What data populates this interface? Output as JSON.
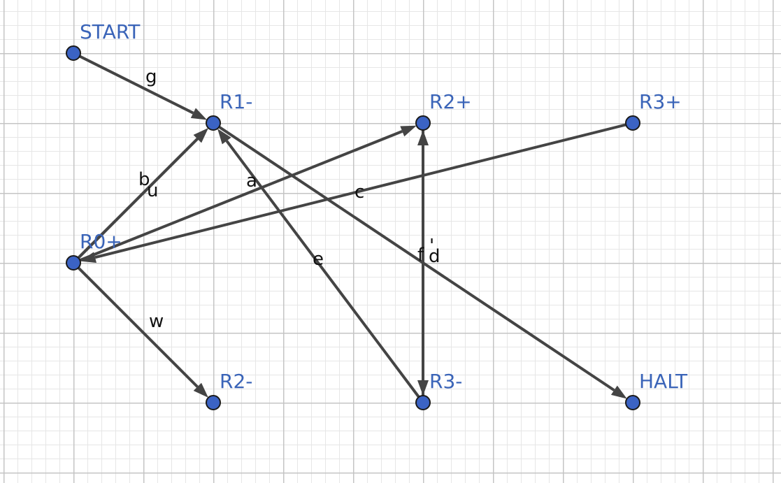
{
  "nodes": [
    {
      "id": "START",
      "label": "START"
    },
    {
      "id": "R1-",
      "label": "R1-"
    },
    {
      "id": "R2+",
      "label": "R2+"
    },
    {
      "id": "R3+",
      "label": "R3+"
    },
    {
      "id": "R0+",
      "label": "R0+"
    },
    {
      "id": "R2-",
      "label": "R2-"
    },
    {
      "id": "R3-",
      "label": "R3-"
    },
    {
      "id": "HALT",
      "label": "HALT"
    }
  ],
  "edges": [
    {
      "label": "g",
      "from": "START",
      "to": "R1-"
    },
    {
      "label": "b",
      "from": "R0+",
      "to": "R1-"
    },
    {
      "label": "u",
      "from": "R0+",
      "to": "R1-"
    },
    {
      "label": "a",
      "from": "R0+",
      "to": "R2+"
    },
    {
      "label": "c",
      "from": "R3+",
      "to": "R0+"
    },
    {
      "label": "w",
      "from": "R0+",
      "to": "R2-"
    },
    {
      "label": "e",
      "from": "R3-",
      "to": "R1-"
    },
    {
      "label": "d",
      "from": "R1-",
      "to": "HALT"
    },
    {
      "label": "f",
      "from": "R2+",
      "to": "R3-"
    },
    {
      "label": "'",
      "from": "R3-",
      "to": "R2+"
    }
  ],
  "colors": {
    "node_fill": "#3b63c4",
    "node_label": "#3a64b8",
    "edge": "#444444"
  }
}
